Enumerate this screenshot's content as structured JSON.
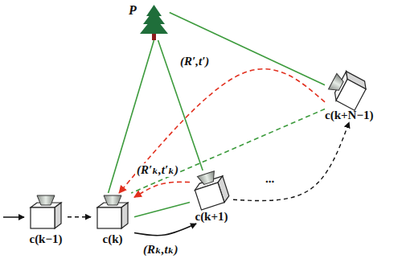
{
  "diagram": {
    "nodes": [
      {
        "text": [
          "P"
        ]
      },
      {
        "text": [
          "c(k−1)"
        ]
      },
      {
        "text": [
          "c(k)"
        ]
      },
      {
        "text": [
          "c(k+1)"
        ]
      },
      {
        "text": [
          "c(k+N−1)"
        ]
      }
    ],
    "edges": [
      {
        "from": 0,
        "to": 2,
        "arrow": "none"
      },
      {
        "from": 0,
        "to": 3,
        "arrow": "none"
      },
      {
        "from": 0,
        "to": 4,
        "arrow": "none"
      },
      {
        "from": 4,
        "to": 2,
        "label": "(R′,t′)",
        "arrow": "to"
      },
      {
        "from": 3,
        "to": 2,
        "label": "(R′ₖ,t′ₖ)",
        "arrow": "to"
      },
      {
        "from": 4,
        "to": 2,
        "arrow": "none"
      },
      {
        "from": 2,
        "to": 3,
        "arrow": "none"
      },
      {
        "from": 2,
        "to": 3,
        "label": "(Rₖ,tₖ)",
        "arrow": "to"
      },
      {
        "from": 1,
        "to": 2,
        "arrow": "to"
      },
      {
        "from": 3,
        "to": 4,
        "arrow": "to"
      }
    ],
    "labels": [
      "..."
    ]
  }
}
